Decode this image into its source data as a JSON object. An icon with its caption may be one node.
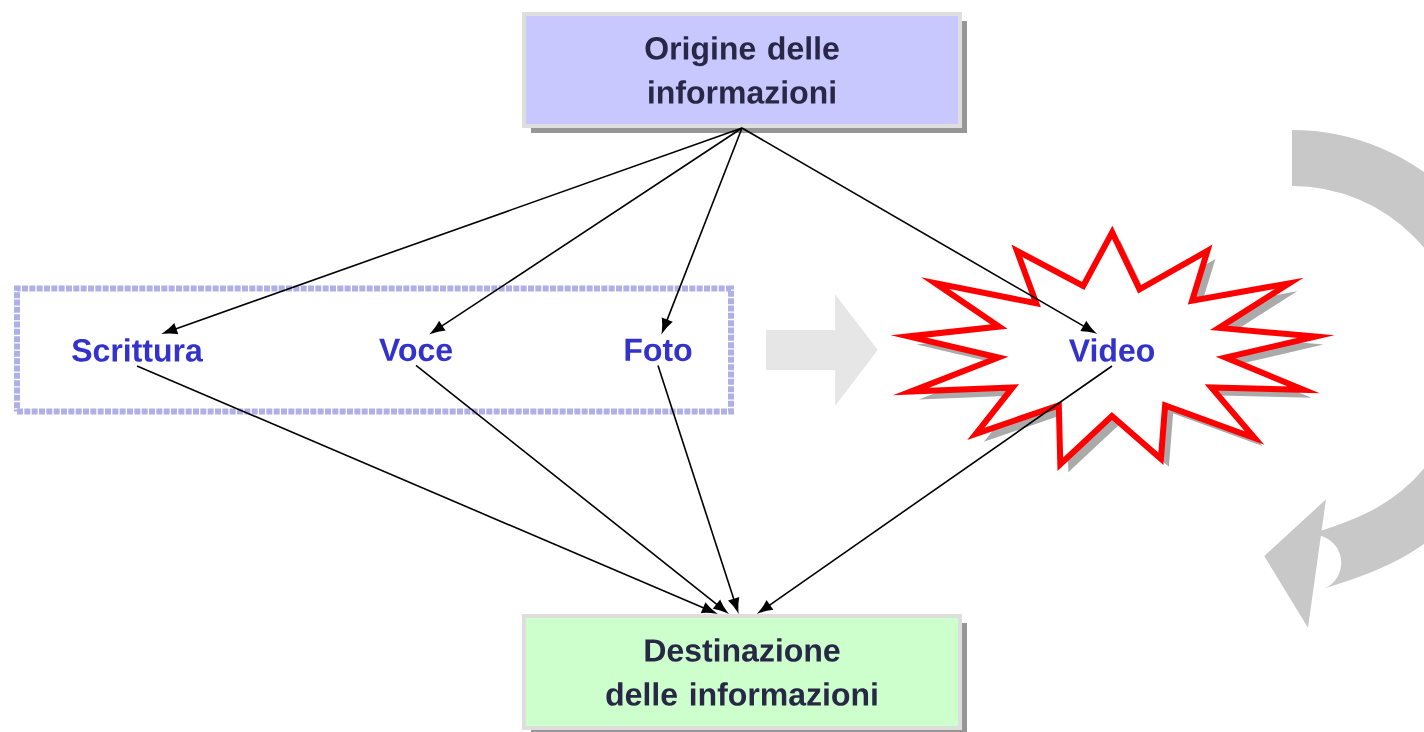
{
  "diagram": {
    "nodes": [
      {
        "text": [
          "Origine delle informazioni"
        ]
      },
      {
        "text": [],
        "shape": "box"
      },
      {
        "text": [
          "Scrittura"
        ],
        "in": 1
      },
      {
        "text": [
          "Voce"
        ],
        "in": 1
      },
      {
        "text": [
          "Foto"
        ],
        "in": 1
      },
      {
        "text": [
          "Video"
        ]
      },
      {
        "text": [
          "Destinazione delle informazioni"
        ]
      }
    ],
    "edges": [
      {
        "from": 0,
        "to": 2,
        "arrow": "to"
      },
      {
        "from": 0,
        "to": 3,
        "arrow": "to"
      },
      {
        "from": 0,
        "to": 4,
        "arrow": "to"
      },
      {
        "from": 0,
        "to": 5,
        "arrow": "to"
      },
      {
        "from": 2,
        "to": 6,
        "arrow": "to"
      },
      {
        "from": 3,
        "to": 6,
        "arrow": "to"
      },
      {
        "from": 4,
        "to": 6,
        "arrow": "to"
      },
      {
        "from": 5,
        "to": 6,
        "arrow": "to"
      },
      {
        "from": 1,
        "to": 5,
        "arrow": "to",
        "style": "thick",
        "color": "#e6e6e6"
      }
    ]
  }
}
